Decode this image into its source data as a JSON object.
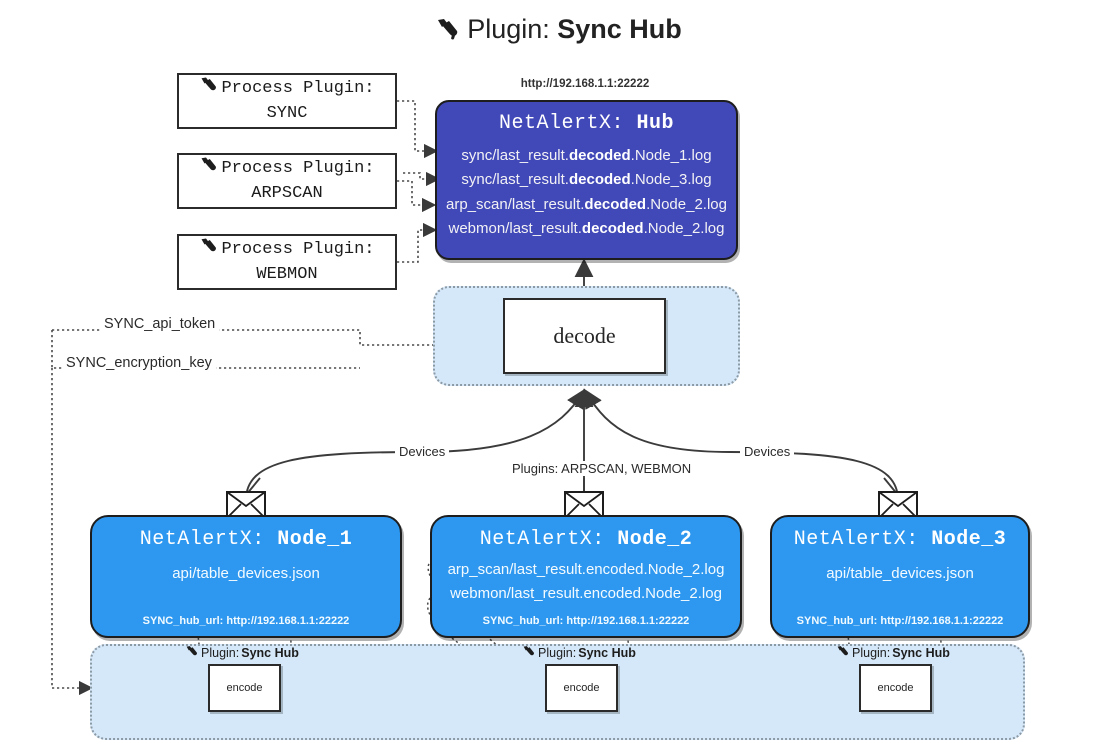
{
  "title": {
    "icon": "plug-icon",
    "prefix": "Plugin:",
    "name": "Sync Hub"
  },
  "hub": {
    "url": "http://192.168.1.1:22222",
    "title_prefix": "NetAlertX:",
    "title_name": "Hub",
    "logs": [
      {
        "pre": "sync/last_result.",
        "mid": "decoded",
        "post": ".Node_1.log"
      },
      {
        "pre": "sync/last_result.",
        "mid": "decoded",
        "post": ".Node_3.log"
      },
      {
        "pre": "arp_scan/last_result.",
        "mid": "decoded",
        "post": ".Node_2.log"
      },
      {
        "pre": "webmon/last_result.",
        "mid": "decoded",
        "post": ".Node_2.log"
      }
    ]
  },
  "process_plugins": [
    {
      "icon": "plug-icon",
      "label": "Process Plugin:",
      "name": "SYNC"
    },
    {
      "icon": "plug-icon",
      "label": "Process Plugin:",
      "name": "ARPSCAN"
    },
    {
      "icon": "plug-icon",
      "label": "Process Plugin:",
      "name": "WEBMON"
    }
  ],
  "decode": {
    "label": "decode"
  },
  "settings": {
    "api_token": "SYNC_api_token",
    "encryption_key": "SYNC_encryption_key"
  },
  "edge_labels": {
    "devices_left": "Devices",
    "devices_right": "Devices",
    "plugins_center": "Plugins: ARPSCAN, WEBMON"
  },
  "nodes": [
    {
      "title_prefix": "NetAlertX:",
      "title_name": "Node_1",
      "lines": [
        "api/table_devices.json"
      ],
      "footer": "SYNC_hub_url: http://192.168.1.1:22222",
      "envelope_icon": "envelope-icon"
    },
    {
      "title_prefix": "NetAlertX:",
      "title_name": "Node_2",
      "lines": [
        "arp_scan/last_result.encoded.Node_2.log",
        "webmon/last_result.encoded.Node_2.log"
      ],
      "footer": "SYNC_hub_url: http://192.168.1.1:22222",
      "envelope_icon": "envelope-icon"
    },
    {
      "title_prefix": "NetAlertX:",
      "title_name": "Node_3",
      "lines": [
        "api/table_devices.json"
      ],
      "footer": "SYNC_hub_url: http://192.168.1.1:22222",
      "envelope_icon": "envelope-icon"
    }
  ],
  "encoders": [
    {
      "plugin_label": "Plugin:",
      "plugin_name": "Sync Hub",
      "box_label": "encode",
      "icon": "plug-icon"
    },
    {
      "plugin_label": "Plugin:",
      "plugin_name": "Sync Hub",
      "box_label": "encode",
      "icon": "plug-icon"
    },
    {
      "plugin_label": "Plugin:",
      "plugin_name": "Sync Hub",
      "box_label": "encode",
      "icon": "plug-icon"
    }
  ],
  "colors": {
    "hub": "#4148b7",
    "node": "#2e97ef",
    "pane": "#d5e8f9",
    "stroke": "#2b2b2b",
    "background": "#ffffff"
  }
}
